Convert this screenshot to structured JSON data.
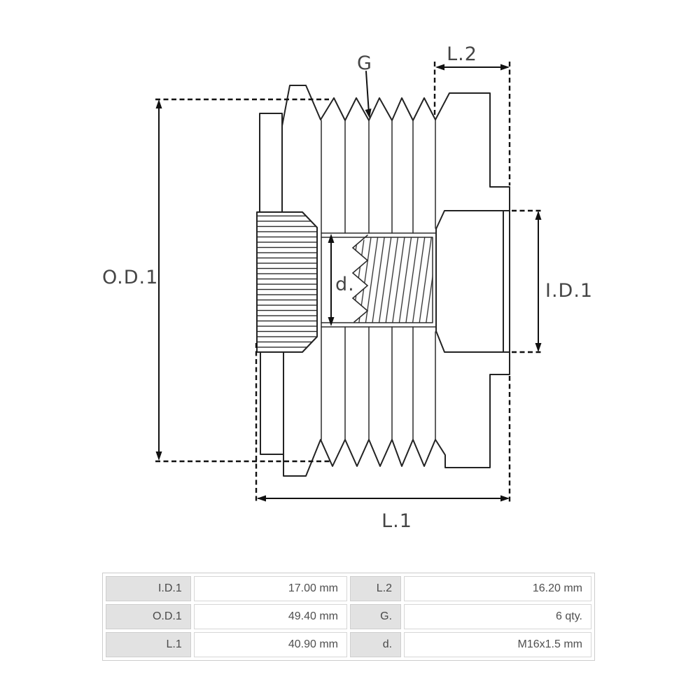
{
  "drawing": {
    "title_semantic": "freewheel-alternator-pulley-cross-section",
    "labels": {
      "g": "G",
      "l2": "L.2",
      "od1": "O.D.1",
      "d": "d.",
      "id1": "I.D.1",
      "l1": "L.1"
    }
  },
  "spec_table": {
    "rows": [
      [
        {
          "label": "I.D.1",
          "value": "17.00 mm"
        },
        {
          "label": "L.2",
          "value": "16.20 mm"
        }
      ],
      [
        {
          "label": "O.D.1",
          "value": "49.40 mm"
        },
        {
          "label": "G.",
          "value": "6 qty."
        }
      ],
      [
        {
          "label": "L.1",
          "value": "40.90 mm"
        },
        {
          "label": "d.",
          "value": "M16x1.5 mm"
        }
      ]
    ]
  },
  "colors": {
    "line": "#232323",
    "dimension_line": "#111111",
    "label_text": "#454545",
    "table_label_bg": "#e2e2e2",
    "table_border": "#cccccc",
    "table_text": "#4f4f4f",
    "background": "#ffffff"
  }
}
